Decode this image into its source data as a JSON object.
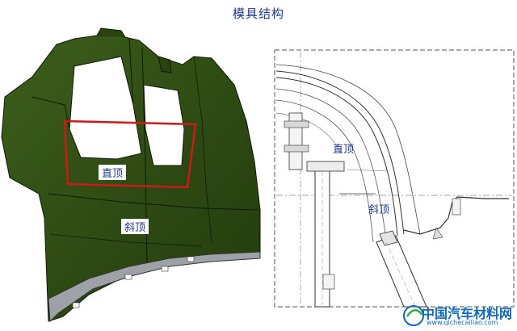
{
  "title": "模具结构",
  "left_view": {
    "label_straight_top": "直顶",
    "label_angled_top": "斜顶",
    "part_color": "#2f4a14",
    "highlight_color": "#cc1a1a"
  },
  "right_view": {
    "label_straight_top": "直顶",
    "label_angled_top": "斜顶"
  },
  "watermark": {
    "text": "中国汽车材料网",
    "url": "www.qichecailiao.com",
    "color": "#0f68b8"
  }
}
